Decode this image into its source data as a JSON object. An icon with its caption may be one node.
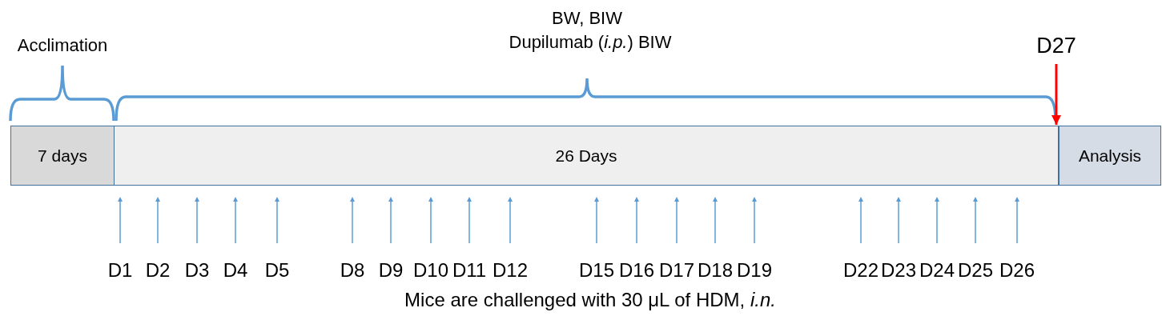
{
  "diagram": {
    "caption": "Mice are challenged with 30 μL of HDM, *i.n.*",
    "nodes": [
      {
        "text": [
          "7 days"
        ]
      },
      {
        "text": [
          "26 Days"
        ]
      },
      {
        "text": [
          "Analysis"
        ]
      },
      {
        "text": [
          "D27"
        ]
      }
    ],
    "edges": [
      {
        "from": 3,
        "to": 1,
        "arrow": "to",
        "color": "#ff0000"
      }
    ],
    "labels": [
      "Acclimation",
      "BW, BIW",
      "Dupilumab (*i.p.*) BIW",
      "D1",
      "D2",
      "D3",
      "D4",
      "D5",
      "D8",
      "D9",
      "D10",
      "D11",
      "D12",
      "D15",
      "D16",
      "D17",
      "D18",
      "D19",
      "D22",
      "D23",
      "D24",
      "D25",
      "D26"
    ]
  }
}
